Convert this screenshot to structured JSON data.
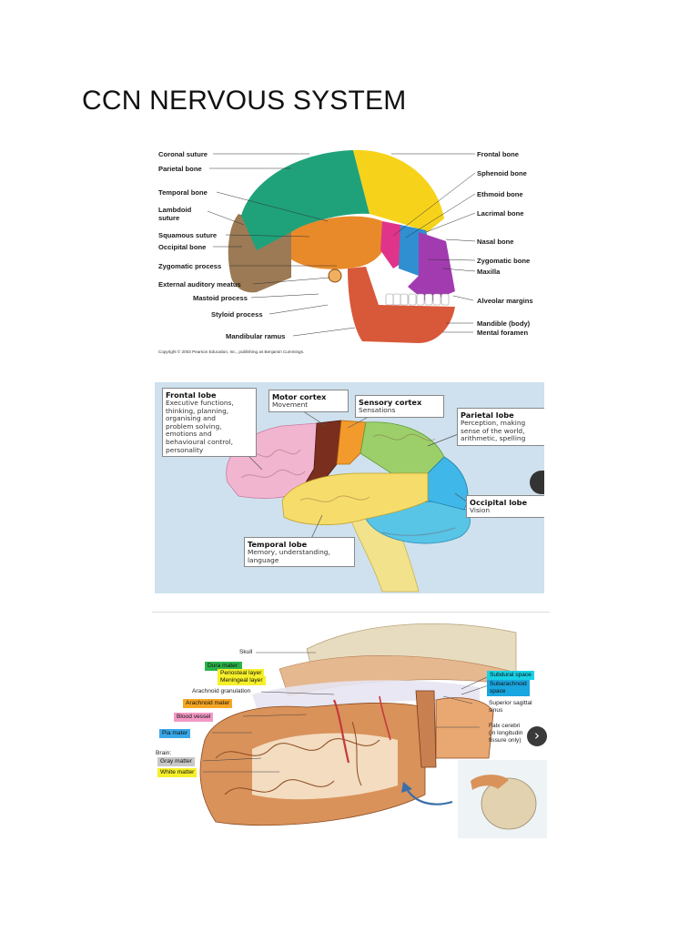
{
  "page": {
    "title": "CCN NERVOUS SYSTEM"
  },
  "skull_figure": {
    "left_labels": [
      "Coronal suture",
      "Parietal bone",
      "Temporal bone",
      "Lambdoid\nsuture",
      "Squamous suture",
      "Occipital bone",
      "Zygomatic process",
      "External auditory meatus",
      "Mastoid process",
      "Styloid process",
      "Mandibular ramus"
    ],
    "right_labels": [
      "Frontal bone",
      "Sphenoid bone",
      "Ethmoid bone",
      "Lacrimal bone",
      "Nasal bone",
      "Zygomatic bone",
      "Maxilla",
      "Alveolar margins",
      "Mandible (body)",
      "Mental foramen"
    ],
    "copyright": "Copyright © 2003 Pearson Education, Inc., publishing as Benjamin Cummings.",
    "colors": {
      "parietal": "#1fa27a",
      "frontal": "#f6d31a",
      "temporal": "#e88a2a",
      "occipital": "#9b7a55",
      "sphenoid": "#e0348a",
      "nasal": "#2f8fd0",
      "maxilla": "#a23bb0",
      "mandible": "#d8583a"
    }
  },
  "lobes_figure": {
    "boxes": {
      "frontal": {
        "title": "Frontal lobe",
        "desc": [
          "Executive functions,",
          "thinking, planning,",
          "organising and",
          "problem solving,",
          "emotions and",
          "behavioural control,",
          "personality"
        ]
      },
      "motor": {
        "title": "Motor cortex",
        "desc": [
          "Movement"
        ]
      },
      "sensory": {
        "title": "Sensory cortex",
        "desc": [
          "Sensations"
        ]
      },
      "parietal": {
        "title": "Parietal lobe",
        "desc": [
          "Perception, making",
          "sense of the world,",
          "arithmetic, spelling"
        ]
      },
      "occipital": {
        "title": "Occipital lobe",
        "desc": [
          "Vision"
        ]
      },
      "temporal": {
        "title": "Temporal lobe",
        "desc": [
          "Memory, understanding,",
          "language"
        ]
      }
    },
    "colors": {
      "frontal": "#f2b5d0",
      "motor": "#7a2e1e",
      "sensory": "#f39a2d",
      "parietal": "#9ccf6a",
      "occipital": "#3fb7e8",
      "temporal": "#f6dc6a",
      "cerebellum": "#58c4e6",
      "brainstem": "#f3e28c"
    }
  },
  "meninges_figure": {
    "labels": {
      "skull": "Skull",
      "dura": "Dura mater:",
      "periosteal": "Periosteal layer",
      "meningeal": "Meningeal layer",
      "arachnoid_gran": "Arachnoid granulation",
      "arachnoid": "Arachnoid mater",
      "blood_vessel": "Blood vessel",
      "pia": "Pia mater",
      "brain": "Brain:",
      "gray": "Gray matter",
      "white": "White matter",
      "subdural": "Subdural space",
      "subarachnoid": "Subarachnoid\nspace",
      "sagittal": "Superior sagittal\nsinus",
      "falx": "Falx cerebri\n(in longitudin\nfissure only)"
    },
    "next_glyph": "›",
    "colors": {
      "dura_tag": "#2bb34a",
      "yellow_tag": "#f6f02a",
      "arachnoid_tag": "#f5a623",
      "vessel_tag": "#f29ac6",
      "pia_tag": "#3aa8e8",
      "gray_tag": "#c8c8c8",
      "subdural_tag": "#17d1e6",
      "subarachnoid_tag": "#1aa6e0"
    }
  }
}
